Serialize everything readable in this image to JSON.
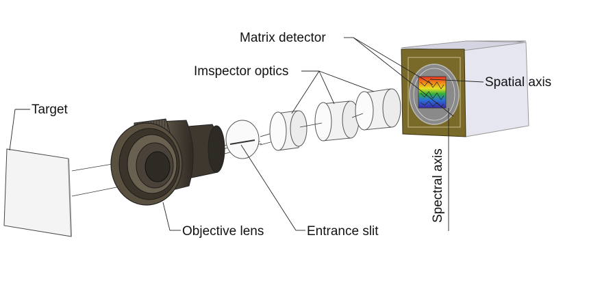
{
  "labels": {
    "target": "Target",
    "objective_lens": "Objective lens",
    "entrance_slit": "Entrance slit",
    "imspector_optics": "Imspector optics",
    "matrix_detector": "Matrix detector",
    "spatial_axis": "Spatial axis",
    "spectral_axis": "Spectral axis"
  },
  "colors": {
    "lens_body": "#4a4238",
    "lens_dark": "#2e2a24",
    "detector_frame": "#7a6a2a",
    "detector_box_front": "#e3e3ee",
    "detector_box_top": "#d4d4e2",
    "detector_box_side": "#c8c8d8"
  }
}
